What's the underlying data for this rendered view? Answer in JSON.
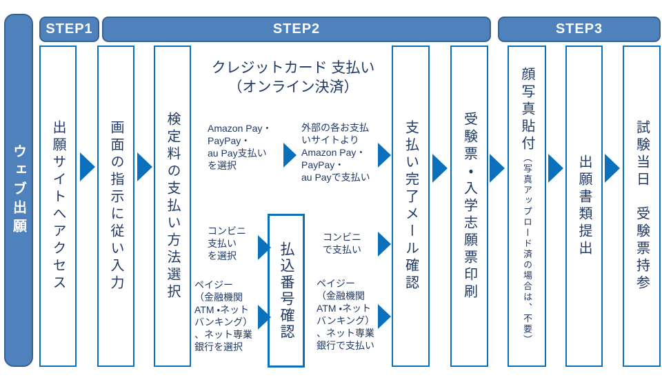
{
  "colors": {
    "accent_blue": "#0b70bc",
    "header_fill": "#4f81bd",
    "header_border": "#38618c",
    "text_navy": "#1f3864"
  },
  "icons": {
    "arrow": "right-triangle"
  },
  "sidebar": {
    "label": "ウェブ出願"
  },
  "steps": [
    {
      "label": "STEP1"
    },
    {
      "label": "STEP2"
    },
    {
      "label": "STEP3"
    }
  ],
  "columns": [
    {
      "label": "出願サイトへアクセス"
    },
    {
      "label": "画面の指示に従い入力"
    },
    {
      "label": "検定料の支払い方法選択"
    },
    {
      "label": "支払い完了メール確認"
    },
    {
      "label": "受験票・入学志願票印刷"
    },
    {
      "label": "顔写真貼付",
      "sublabel": "（写真アップロード済の場合は、不要）"
    },
    {
      "label": "出願書類提出"
    },
    {
      "label": "試験当日　受験票持参"
    }
  ],
  "payment_box": {
    "label": "払込番号確認"
  },
  "credit": {
    "title": [
      "クレジットカード 支払い",
      "（オンライン決済）"
    ]
  },
  "flows": {
    "select_online": [
      "Amazon Pay・",
      "PayPay・",
      "au Pay支払い",
      "を選択"
    ],
    "pay_online": [
      "外部の各お支払",
      "いサイトより",
      "Amazon Pay・",
      "PayPay・",
      "au Payで支払い"
    ],
    "select_konbini": [
      "コンビニ",
      "支払い",
      "を選択"
    ],
    "pay_konbini": [
      "コンビニ",
      "で支払い"
    ],
    "select_payeasy": [
      "ペイジー",
      "（金融機関",
      "ATM ・ネット",
      "バンキング）",
      "、ネット専業",
      "銀行を選択"
    ],
    "pay_payeasy": [
      "ペイジー",
      "（金融機関",
      "ATM ・ネット",
      "バンキング）",
      "、ネット専業",
      "銀行で支払い"
    ]
  }
}
